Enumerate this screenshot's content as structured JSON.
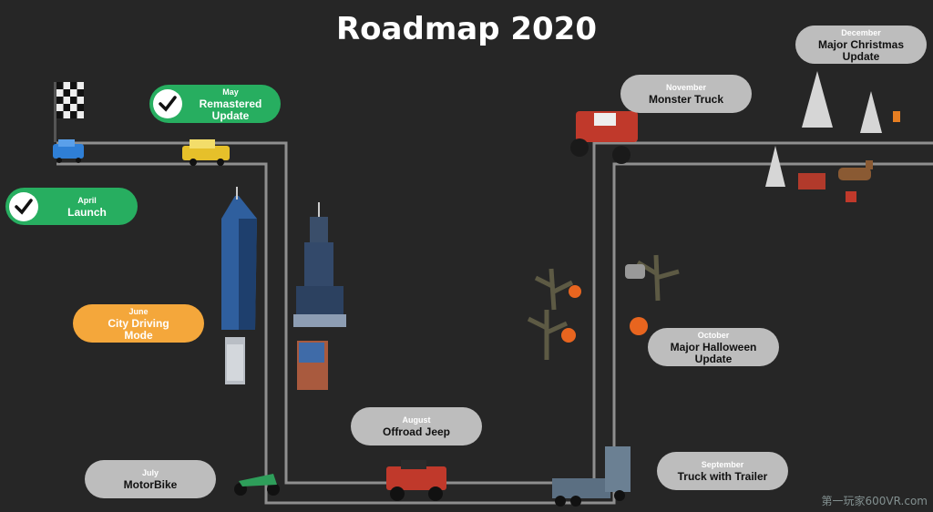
{
  "title": "Roadmap 2020",
  "milestones": {
    "april": {
      "month": "April",
      "label": "Launch",
      "done": true
    },
    "may": {
      "month": "May",
      "label1": "Remastered",
      "label2": "Update",
      "done": true
    },
    "june": {
      "month": "June",
      "label1": "City Driving",
      "label2": "Mode"
    },
    "july": {
      "month": "July",
      "label": "MotorBike"
    },
    "august": {
      "month": "August",
      "label": "Offroad Jeep"
    },
    "september": {
      "month": "September",
      "label": "Truck with Trailer"
    },
    "october": {
      "month": "October",
      "label1": "Major Halloween",
      "label2": "Update"
    },
    "november": {
      "month": "November",
      "label": "Monster Truck"
    },
    "december": {
      "month": "December",
      "label1": "Major Christmas",
      "label2": "Update"
    }
  },
  "watermark": "第一玩家600VR.com",
  "colors": {
    "done": "#27ae60",
    "current": "#f4a73b",
    "upcoming": "#bdbdbd",
    "road": "#8a8a8a",
    "background": "#262626"
  }
}
